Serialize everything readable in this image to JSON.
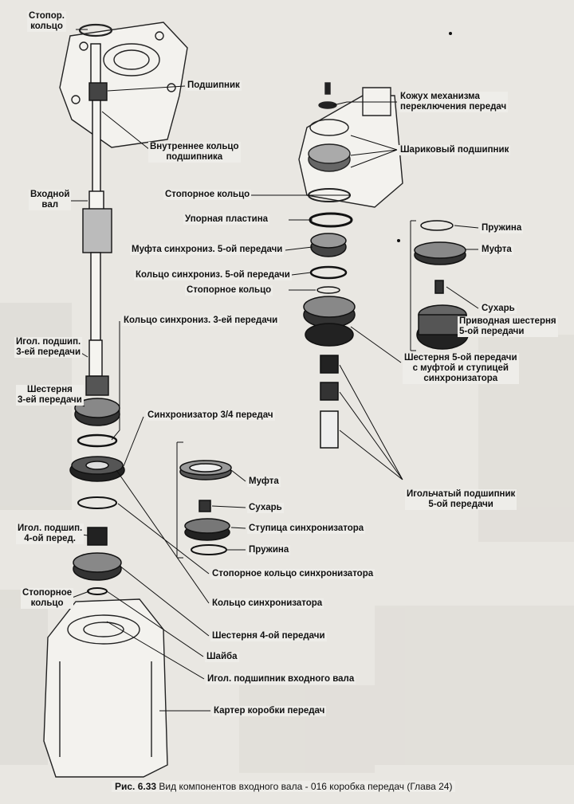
{
  "labels": {
    "retaining_ring_top": "Стопор.\nкольцо",
    "bearing": "Подшипник",
    "inner_bearing_race": "Внутреннее кольцо\nподшипника",
    "input_shaft": "Входной\nвал",
    "retaining_ring_1": "Стопорное кольцо",
    "thrust_plate": "Упорная пластина",
    "sync_sleeve_5th": "Муфта синхрониз. 5-ой передачи",
    "sync_ring_5th": "Кольцо синхрониз. 5-ой передачи",
    "retaining_ring_2": "Стопорное кольцо",
    "sync_ring_3rd": "Кольцо синхрониз. 3-ей передачи",
    "needle_bearing_3rd": "Игол. подшип.\n3-ей передачи",
    "gear_3rd": "Шестерня\n3-ей передачи",
    "synchronizer_34": "Синхронизатор 3/4 передач",
    "sleeve": "Муфта",
    "key": "Сухарь",
    "sync_hub": "Ступица синхронизатора",
    "spring": "Пружина",
    "needle_bearing_4th": "Игол. подшип.\n4-ой перед.",
    "sync_retaining_ring": "Стопорное кольцо синхронизатора",
    "sync_ring": "Кольцо синхронизатора",
    "retaining_ring_bottom": "Стопорное\nкольцо",
    "gear_4th": "Шестерня 4-ой передачи",
    "washer": "Шайба",
    "input_shaft_needle_bearing": "Игол. подшипник входного вала",
    "gearbox_housing": "Картер коробки передач",
    "shift_mechanism_cover": "Кожух механизма\nпереключения передач",
    "ball_bearing": "Шариковый подшипник",
    "spring_right": "Пружина",
    "sleeve_right": "Муфта",
    "key_right": "Сухарь",
    "drive_gear_5th": "Приводная шестерня\n5-ой передачи",
    "gear_5th_with_sleeve_hub": "Шестерня 5-ой передачи\nс муфтой и ступицей\nсинхронизатора",
    "needle_bearing_5th": "Игольчатый подшипник\n5-ой передачи"
  },
  "caption": {
    "fig": "Рис. 6.33",
    "text": " Вид компонентов входного вала - 016 коробка передач (Глава 24)"
  }
}
